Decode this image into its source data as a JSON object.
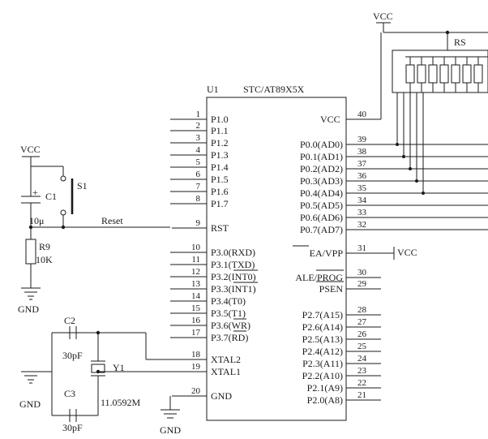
{
  "chip": {
    "ref": "U1",
    "part": "STC/AT89X5X",
    "vcc_label": "VCC",
    "vcc_pin": "40",
    "left_pins": [
      {
        "num": "1",
        "name": "P1.0"
      },
      {
        "num": "2",
        "name": "P1.1"
      },
      {
        "num": "3",
        "name": "P1.2"
      },
      {
        "num": "4",
        "name": "P1.3"
      },
      {
        "num": "5",
        "name": "P1.4"
      },
      {
        "num": "6",
        "name": "P1.5"
      },
      {
        "num": "7",
        "name": "P1.6"
      },
      {
        "num": "8",
        "name": "P1.7"
      },
      {
        "num": "9",
        "name": "RST"
      },
      {
        "num": "10",
        "name": "P3.0(RXD)"
      },
      {
        "num": "11",
        "name": "P3.1(TXD)"
      },
      {
        "num": "12",
        "name": "P3.2(INT0)"
      },
      {
        "num": "13",
        "name": "P3.3(INT1)"
      },
      {
        "num": "14",
        "name": "P3.4(T0)"
      },
      {
        "num": "15",
        "name": "P3.5(T1)"
      },
      {
        "num": "16",
        "name": "P3.6(WR)"
      },
      {
        "num": "17",
        "name": "P3.7(RD)"
      },
      {
        "num": "18",
        "name": "XTAL2"
      },
      {
        "num": "19",
        "name": "XTAL1"
      },
      {
        "num": "20",
        "name": "GND"
      }
    ],
    "right_pins": [
      {
        "num": "39",
        "name": "P0.0(AD0)"
      },
      {
        "num": "38",
        "name": "P0.1(AD1)"
      },
      {
        "num": "37",
        "name": "P0.2(AD2)"
      },
      {
        "num": "36",
        "name": "P0.3(AD3)"
      },
      {
        "num": "35",
        "name": "P0.4(AD4)"
      },
      {
        "num": "34",
        "name": "P0.5(AD5)"
      },
      {
        "num": "33",
        "name": "P0.6(AD6)"
      },
      {
        "num": "32",
        "name": "P0.7(AD7)"
      },
      {
        "num": "31",
        "name": "EA/VPP"
      },
      {
        "num": "30",
        "name": "ALE/PROG"
      },
      {
        "num": "29",
        "name": "PSEN"
      },
      {
        "num": "28",
        "name": "P2.7(A15)"
      },
      {
        "num": "27",
        "name": "P2.6(A14)"
      },
      {
        "num": "26",
        "name": "P2.5(A13)"
      },
      {
        "num": "25",
        "name": "P2.4(A12)"
      },
      {
        "num": "24",
        "name": "P2.3(A11)"
      },
      {
        "num": "23",
        "name": "P2.2(A10)"
      },
      {
        "num": "22",
        "name": "P2.1(A9)"
      },
      {
        "num": "21",
        "name": "P2.0(A8)"
      }
    ]
  },
  "labels": {
    "vcc_top": "VCC",
    "resistor_pack": "RS",
    "vcc_reset": "VCC",
    "c1": "C1",
    "c1_value": "10μ",
    "s1": "S1",
    "reset_net": "Reset",
    "r9": "R9",
    "r9_value": "10K",
    "gnd_reset": "GND",
    "ea_vcc": "VCC",
    "c2": "C2",
    "c2_value": "30pF",
    "c3": "C3",
    "c3_value": "30pF",
    "y1": "Y1",
    "y1_value": "11.0592M",
    "gnd_crystal": "GND",
    "gnd_chip": "GND"
  },
  "colors": {
    "ink": "#1a1a1a",
    "background": "#ffffff"
  }
}
